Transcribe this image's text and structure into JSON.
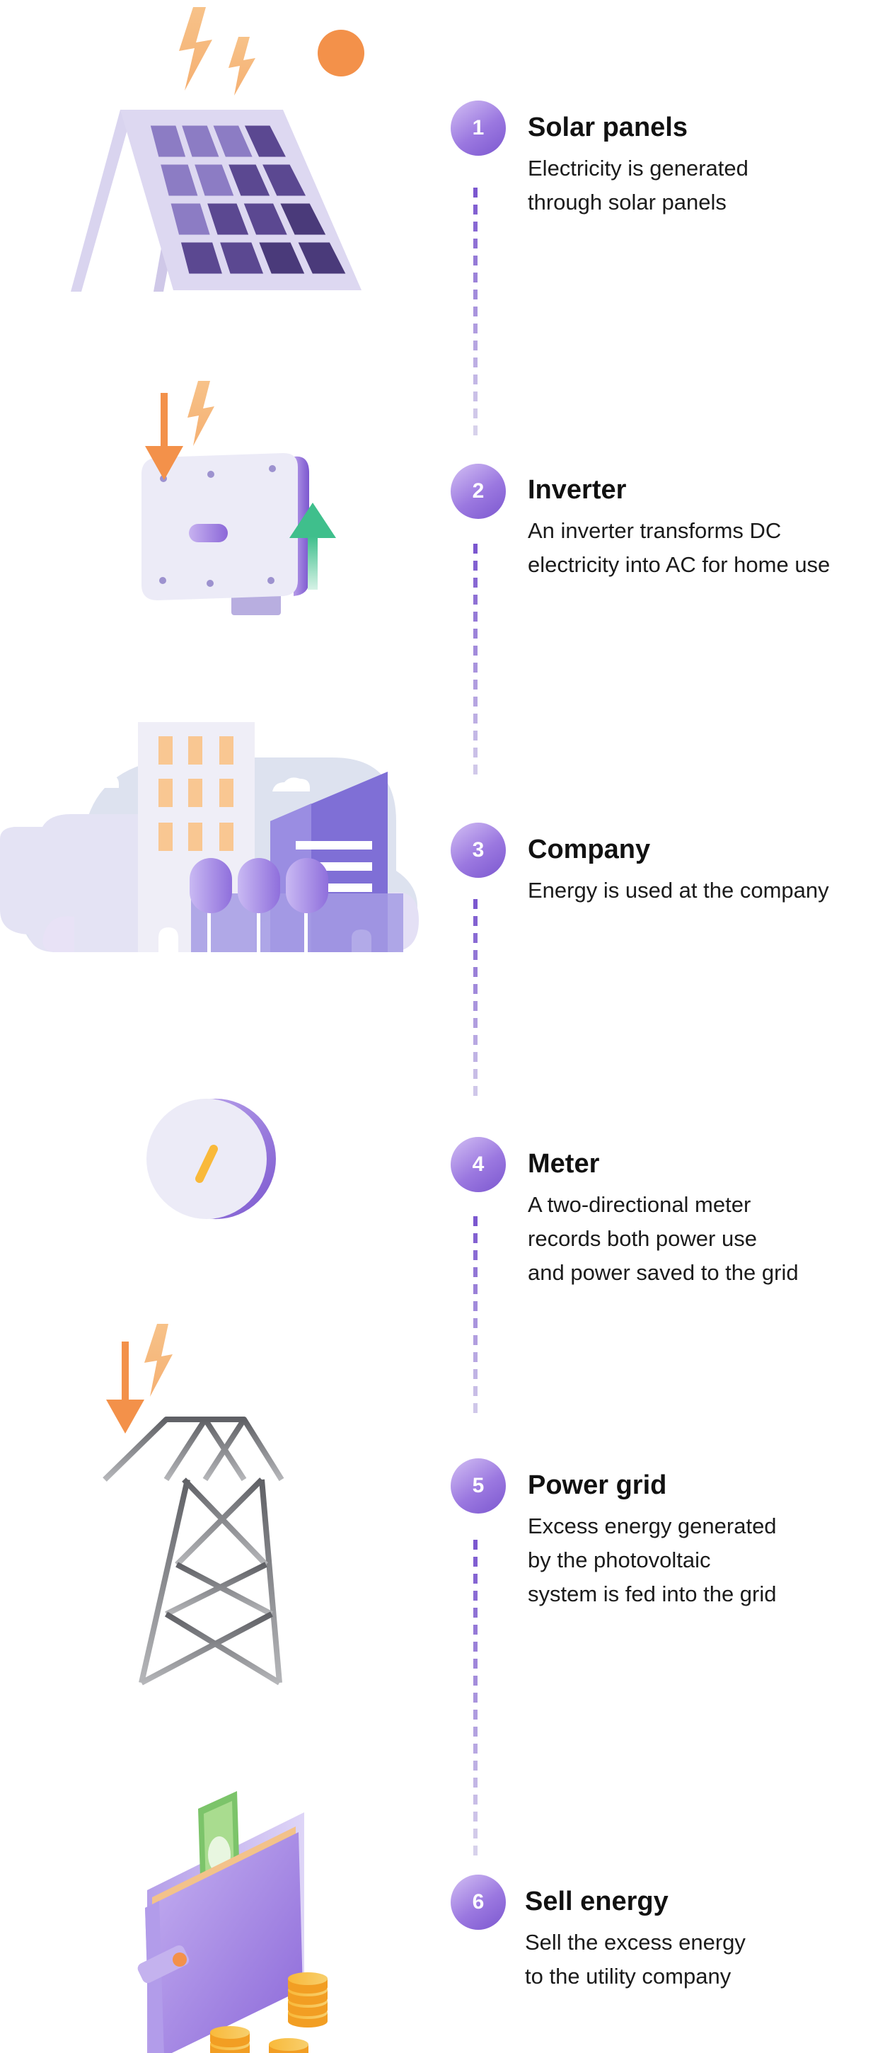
{
  "steps": [
    {
      "number": "1",
      "title": "Solar panels",
      "lines": [
        "Electricity is generated",
        "through solar panels"
      ]
    },
    {
      "number": "2",
      "title": "Inverter",
      "lines": [
        "An inverter transforms DC",
        "electricity into AC for home use"
      ]
    },
    {
      "number": "3",
      "title": "Company",
      "lines": [
        "Energy is used at the company"
      ]
    },
    {
      "number": "4",
      "title": "Meter",
      "lines": [
        "A two-directional meter",
        "records both power use",
        "and power saved to the grid"
      ]
    },
    {
      "number": "5",
      "title": "Power grid",
      "lines": [
        "Excess energy generated",
        "by the photovoltaic",
        "system is fed into the grid"
      ]
    },
    {
      "number": "6",
      "title": "Sell energy",
      "lines": [
        "Sell the excess energy",
        "to the utility company"
      ]
    }
  ],
  "colors": {
    "accent_purple": "#7b57cf",
    "badge_light": "#d3c0f4",
    "orange": "#f3914a",
    "bolt": "#f7c289",
    "green_arrow": "#3fbf8c",
    "panel_frame": "#d9d4ef",
    "money_green": "#7cc46a",
    "coin": "#f9b93a"
  },
  "icons": [
    "solar-panel-icon",
    "lightning-icon",
    "sun-icon",
    "inverter-icon",
    "arrow-down-icon",
    "arrow-up-icon",
    "company-building-icon",
    "meter-icon",
    "power-tower-icon",
    "wallet-icon",
    "banknote-icon",
    "coin-stack-icon"
  ]
}
